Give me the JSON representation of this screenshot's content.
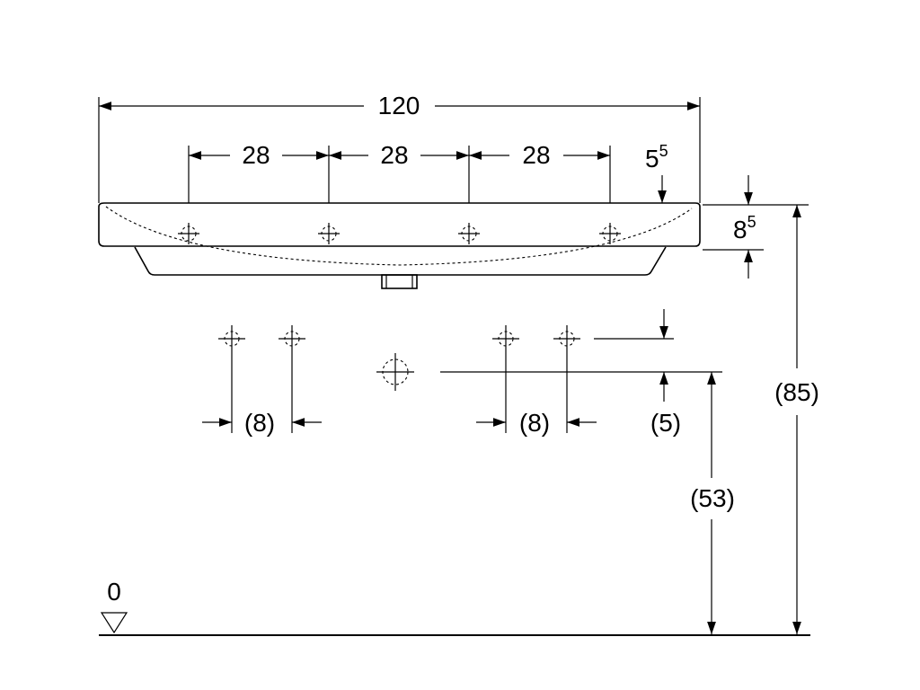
{
  "dimensions": {
    "overall_width": "120",
    "spacing_1": "28",
    "spacing_2": "28",
    "spacing_3": "28",
    "edge_offset": {
      "base": "5",
      "sup": "5"
    },
    "basin_thickness": {
      "base": "8",
      "sup": "5"
    },
    "total_height": "(85)",
    "drain_height": "(53)",
    "hole_offset": "(5)",
    "left_pair_spacing": "(8)",
    "right_pair_spacing": "(8)",
    "floor_level": "0"
  }
}
